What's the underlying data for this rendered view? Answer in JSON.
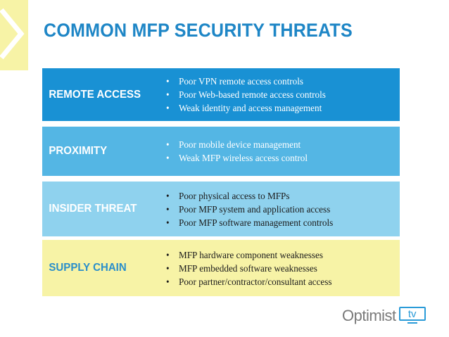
{
  "slide": {
    "title": "COMMON MFP SECURITY THREATS"
  },
  "threats": [
    {
      "label": "REMOTE ACCESS",
      "color": "#1991d4",
      "items": [
        "Poor VPN remote access controls",
        "Poor Web-based remote access controls",
        "Weak identity and access management"
      ]
    },
    {
      "label": "PROXIMITY",
      "color": "#54b6e4",
      "items": [
        "Poor mobile device management",
        "Weak MFP wireless access control"
      ]
    },
    {
      "label": "INSIDER THREAT",
      "color": "#8fd2ee",
      "items": [
        "Poor physical access to MFPs",
        "Poor MFP system and application access",
        "Poor MFP software management controls"
      ]
    },
    {
      "label": "SUPPLY CHAIN",
      "color": "#f7f3a6",
      "items": [
        "MFP hardware component weaknesses",
        "MFP embedded software weaknesses",
        "Poor partner/contractor/consultant access"
      ]
    }
  ],
  "bullet_symbol": "•",
  "logo": {
    "name": "Optimist",
    "tv_text": "tv",
    "icon": "tv-icon"
  },
  "colors": {
    "title": "#1e86c6",
    "accent": "#f7f3a6",
    "logo_blue": "#2a9bd8"
  }
}
